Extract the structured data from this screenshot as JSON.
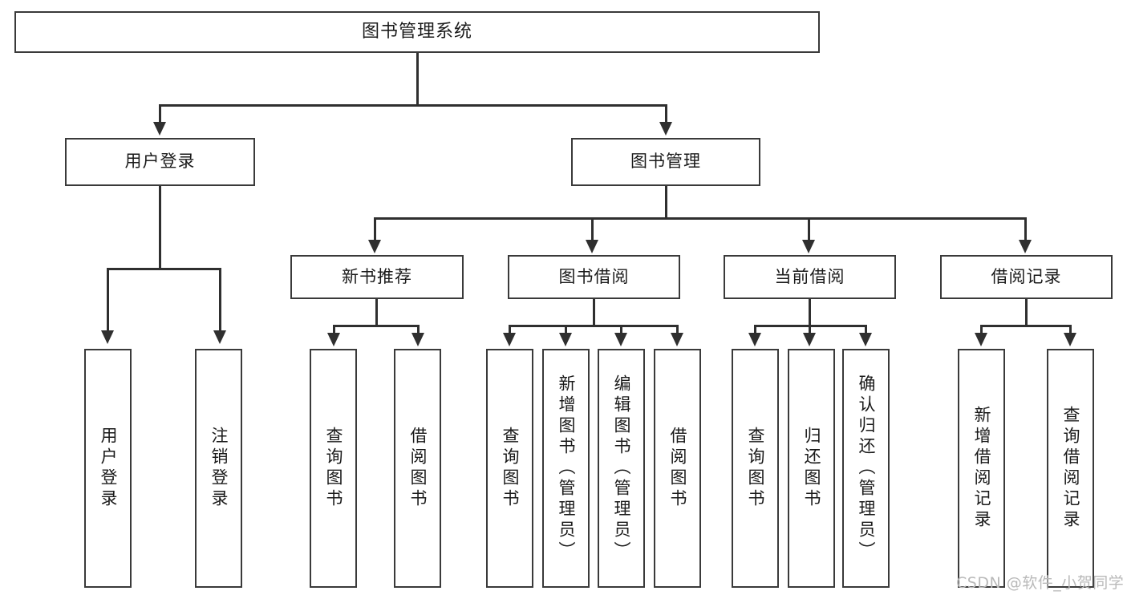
{
  "diagram": {
    "title": "图书管理系统",
    "type": "tree-hierarchy",
    "watermark": "CSDN @软件_小贺同学",
    "colors": {
      "box_border": "#3a3a3a",
      "edge": "#2f2f2f",
      "background": "#ffffff",
      "text": "#1a1a1a",
      "watermark": "#b9b9b9"
    },
    "root": {
      "label": "图书管理系统"
    },
    "level2": [
      {
        "id": "user-login",
        "label": "用户登录"
      },
      {
        "id": "book-manage",
        "label": "图书管理"
      }
    ],
    "level3": [
      {
        "id": "new-book-recommend",
        "label": "新书推荐"
      },
      {
        "id": "book-borrow",
        "label": "图书借阅"
      },
      {
        "id": "current-borrow",
        "label": "当前借阅"
      },
      {
        "id": "borrow-record",
        "label": "借阅记录"
      }
    ],
    "leaves": {
      "user_login": [
        {
          "id": "leaf-user-login",
          "label": "用户登录"
        },
        {
          "id": "leaf-logout-login",
          "label": "注销登录"
        }
      ],
      "new_book_recommend": [
        {
          "id": "leaf-query-book-1",
          "label": "查询图书"
        },
        {
          "id": "leaf-borrow-book-1",
          "label": "借阅图书"
        }
      ],
      "book_borrow": [
        {
          "id": "leaf-query-book-2",
          "label": "查询图书"
        },
        {
          "id": "leaf-add-book",
          "label": "新增图书（管理员）"
        },
        {
          "id": "leaf-edit-book",
          "label": "编辑图书（管理员）"
        },
        {
          "id": "leaf-borrow-book-2",
          "label": "借阅图书"
        }
      ],
      "current_borrow": [
        {
          "id": "leaf-query-book-3",
          "label": "查询图书"
        },
        {
          "id": "leaf-return-book",
          "label": "归还图书"
        },
        {
          "id": "leaf-confirm-return",
          "label": "确认归还（管理员）"
        }
      ],
      "borrow_record": [
        {
          "id": "leaf-add-record",
          "label": "新增借阅记录"
        },
        {
          "id": "leaf-query-record",
          "label": "查询借阅记录"
        }
      ]
    }
  }
}
